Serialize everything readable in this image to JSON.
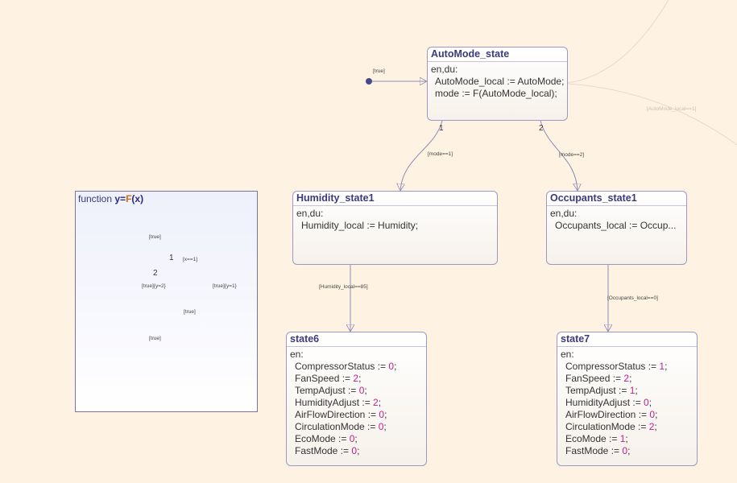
{
  "colors": {
    "background": "#fef3e2",
    "state_border": "#9a99c4",
    "title": "#3b3b7a",
    "number": "#c01f8a",
    "function_F": "#d26b12"
  },
  "default_transition": {
    "label": "[true]"
  },
  "automode_state": {
    "title": "AutoMode_state",
    "action_type": "en,du:",
    "lines": [
      "AutoMode_local := AutoMode;",
      "mode := F(AutoMode_local);"
    ]
  },
  "offscreen_transition": {
    "label": "[AutoMode_local==1]"
  },
  "transitions": {
    "to_humidity": {
      "order": "1",
      "label": "[mode==1]"
    },
    "to_occupants": {
      "order": "2",
      "label": "[mode==2]"
    },
    "humidity_to_state6": {
      "label": "[Humidity_local==85]"
    },
    "occupants_to_state7": {
      "label": "[Occupants_local==0]"
    }
  },
  "humidity_state": {
    "title": "Humidity_state1",
    "action_type": "en,du:",
    "lines": [
      "Humidity_local := Humidity;"
    ]
  },
  "occupants_state": {
    "title": "Occupants_state1",
    "action_type": "en,du:",
    "lines": [
      "Occupants_local := Occup..."
    ]
  },
  "state6": {
    "title": "state6",
    "action_type": "en:",
    "assignments": [
      {
        "name": "CompressorStatus",
        "value": "0"
      },
      {
        "name": "FanSpeed",
        "value": "2"
      },
      {
        "name": "TempAdjust",
        "value": "0"
      },
      {
        "name": "HumidityAdjust",
        "value": "2"
      },
      {
        "name": "AirFlowDirection",
        "value": "0"
      },
      {
        "name": "CirculationMode",
        "value": "0"
      },
      {
        "name": "EcoMode",
        "value": "0"
      },
      {
        "name": "FastMode",
        "value": "0"
      }
    ]
  },
  "state7": {
    "title": "state7",
    "action_type": "en:",
    "assignments": [
      {
        "name": "CompressorStatus",
        "value": "1"
      },
      {
        "name": "FanSpeed",
        "value": "2"
      },
      {
        "name": "TempAdjust",
        "value": "1"
      },
      {
        "name": "HumidityAdjust",
        "value": "0"
      },
      {
        "name": "AirFlowDirection",
        "value": "0"
      },
      {
        "name": "CirculationMode",
        "value": "2"
      },
      {
        "name": "EcoMode",
        "value": "1"
      },
      {
        "name": "FastMode",
        "value": "0"
      }
    ]
  },
  "function_box": {
    "keyword": "function",
    "signature_y": "y=",
    "signature_F": "F",
    "signature_x": "(x)",
    "labels": {
      "t_default": "[true]",
      "t_order1": "1",
      "t_cond": "[x==1]",
      "t_order2": "2",
      "t_left": "[true]{y=2}",
      "t_right": "[true]{y=1}",
      "t_bottom_h": "[true]",
      "t_last": "[true]"
    }
  }
}
